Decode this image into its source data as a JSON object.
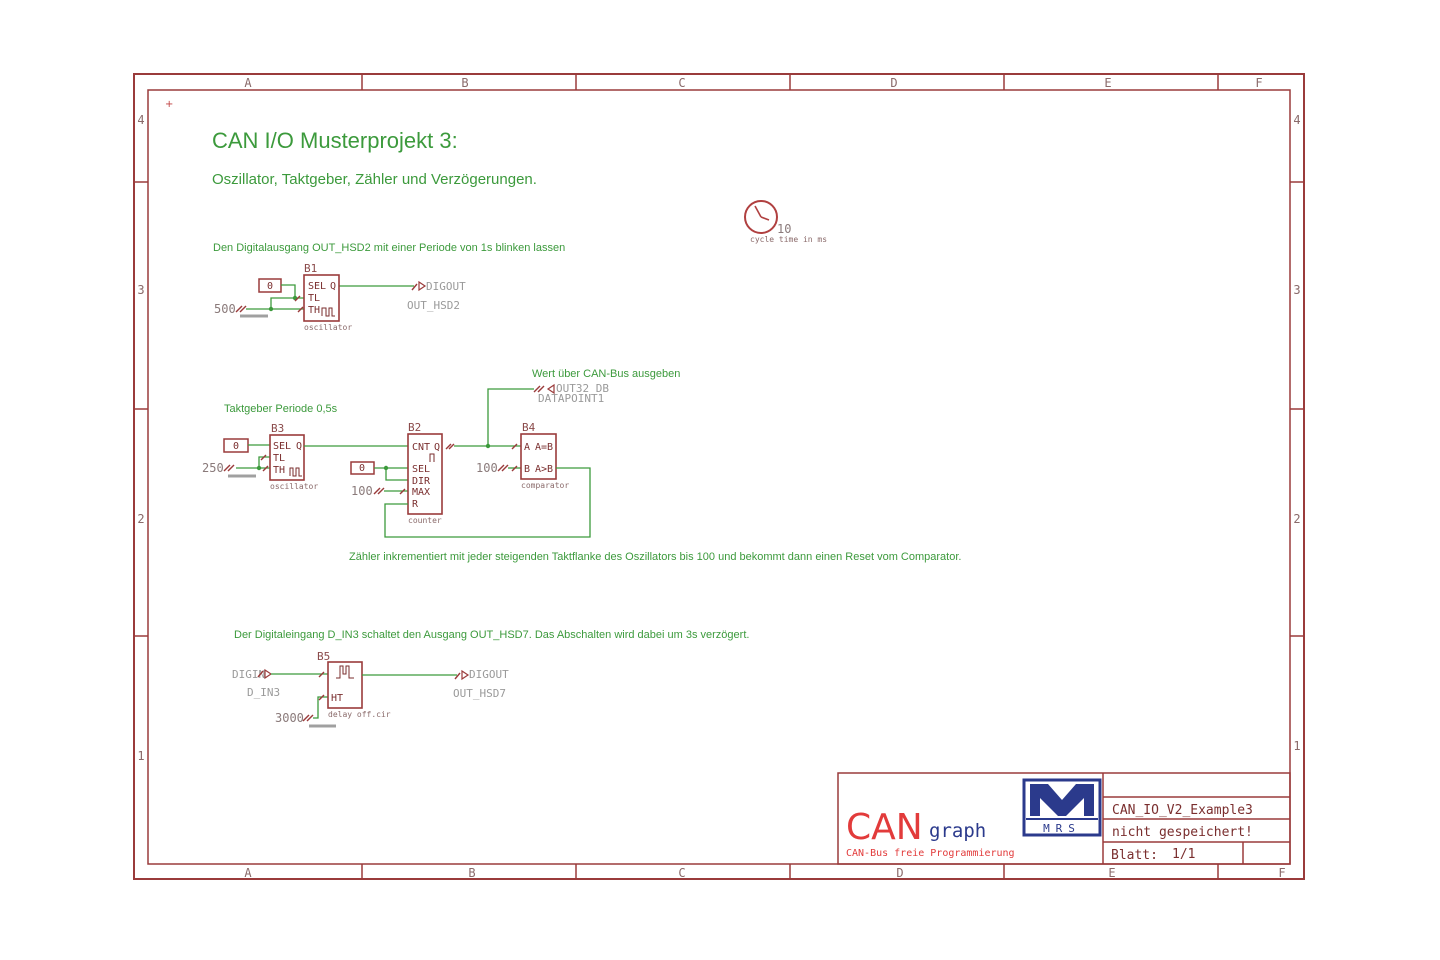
{
  "frame": {
    "columns": [
      "A",
      "B",
      "C",
      "D",
      "E",
      "F"
    ],
    "rows": [
      "4",
      "3",
      "2",
      "1"
    ]
  },
  "title": "CAN I/O Musterprojekt 3:",
  "subtitle": "Oszillator, Taktgeber, Zähler und Verzögerungen.",
  "cycle": {
    "value": "10",
    "label": "cycle time in ms"
  },
  "sections": {
    "blink": {
      "note": "Den Digitalausgang OUT_HSD2 mit einer Periode von 1s blinken lassen",
      "block_name": "B1",
      "block_type": "oscillator",
      "pins": {
        "sel": "SEL",
        "q": "Q",
        "tl": "TL",
        "th": "TH"
      },
      "const_sel": "0",
      "const_period": "500",
      "out_kind": "DIGOUT",
      "out_name": "OUT_HSD2"
    },
    "clock": {
      "note": "Taktgeber Periode 0,5s",
      "osc_name": "B3",
      "osc_type": "oscillator",
      "osc_pins": {
        "sel": "SEL",
        "q": "Q",
        "tl": "TL",
        "th": "TH"
      },
      "osc_const_sel": "0",
      "osc_const_period": "250",
      "counter_name": "B2",
      "counter_type": "counter",
      "counter_pins": {
        "cnt": "CNT",
        "q": "Q",
        "sel": "SEL",
        "dir": "DIR",
        "max": "MAX",
        "r": "R"
      },
      "counter_const_sel": "0",
      "counter_const_max": "100",
      "comp_name": "B4",
      "comp_type": "comparator",
      "comp_pins": {
        "a": "A",
        "b": "B",
        "aeqb": "A=B",
        "agtb": "A>B"
      },
      "comp_const_b": "100",
      "can_note": "Wert über CAN-Bus ausgeben",
      "can_kind": "OUT32_DB",
      "can_name": "DATAPOINT1",
      "counter_note": "Zähler inkrementiert mit jeder steigenden Taktflanke des Oszillators bis 100 und bekommt dann einen Reset vom Comparator."
    },
    "delay": {
      "note": "Der Digitaleingang D_IN3 schaltet den Ausgang OUT_HSD7. Das Abschalten wird dabei um 3s verzögert.",
      "block_name": "B5",
      "block_type": "delay off.cir",
      "pins": {
        "ht": "HT"
      },
      "in_kind": "DIGIN",
      "in_name": "D_IN3",
      "const_time": "3000",
      "out_kind": "DIGOUT",
      "out_name": "OUT_HSD7"
    }
  },
  "titleblock": {
    "logo_can": "CAN",
    "logo_graph": "graph",
    "logo_tagline": "CAN-Bus freie Programmierung",
    "mrs_logo": "MRS",
    "project": "CAN_IO_V2_Example3",
    "status": "nicht gespeichert!",
    "sheet_label": "Blatt:",
    "sheet_value": "1/1"
  },
  "colors": {
    "frame": "#9a3b3b",
    "wire": "#3c9a3c",
    "logo_red": "#e23b3b",
    "logo_blue": "#2b3a8c"
  }
}
